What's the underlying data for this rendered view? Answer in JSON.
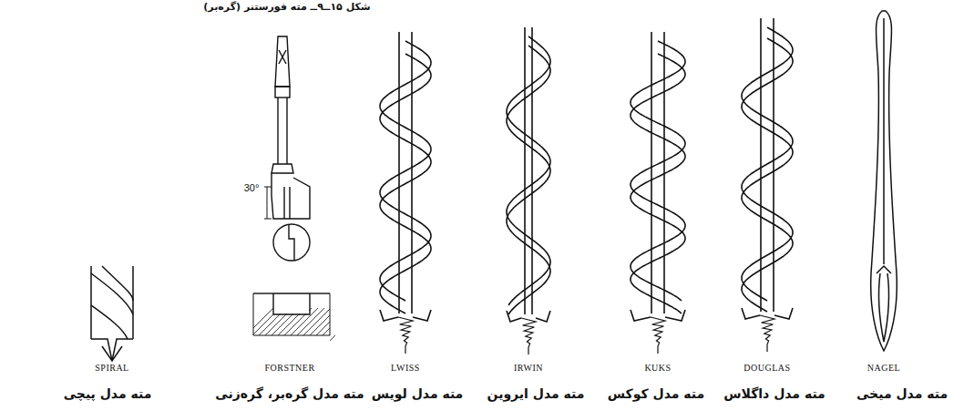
{
  "diagram": {
    "labels": [
      "شکل ۱۵ــ۹ــ مته فورستنر (گره‌بر)",
      "NAGEL",
      "DOUGLAS",
      "KUKS",
      "IRWIN",
      "LWISS",
      "FORSTNER",
      "30°",
      "SPIRAL",
      "مته مدل میخی",
      "مته مدل داگلاس",
      "مته مدل کوکس",
      "مته مدل ایروین",
      "مته مدل لویس",
      "مته مدل گره‌بر، گره‌زنی",
      "مته مدل پیچی"
    ]
  }
}
